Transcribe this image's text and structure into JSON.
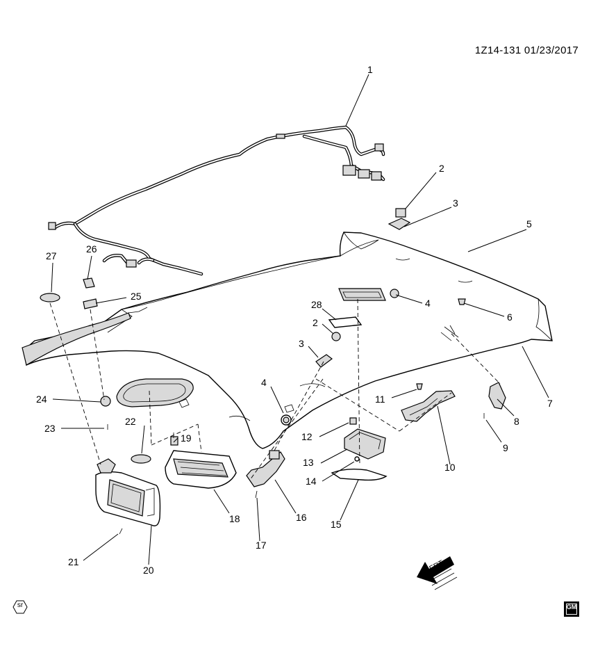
{
  "diagram": {
    "code_date": "1Z14-131  01/23/2017",
    "front_label": "FRT",
    "corner_symbol": "sr",
    "brand_logo": "GM",
    "callouts": [
      "1",
      "2",
      "3",
      "4",
      "5",
      "6",
      "7",
      "8",
      "9",
      "10",
      "11",
      "12",
      "13",
      "14",
      "15",
      "16",
      "17",
      "18",
      "19",
      "20",
      "21",
      "22",
      "23",
      "24",
      "25",
      "26",
      "27",
      "28",
      "2",
      "3",
      "4"
    ]
  }
}
